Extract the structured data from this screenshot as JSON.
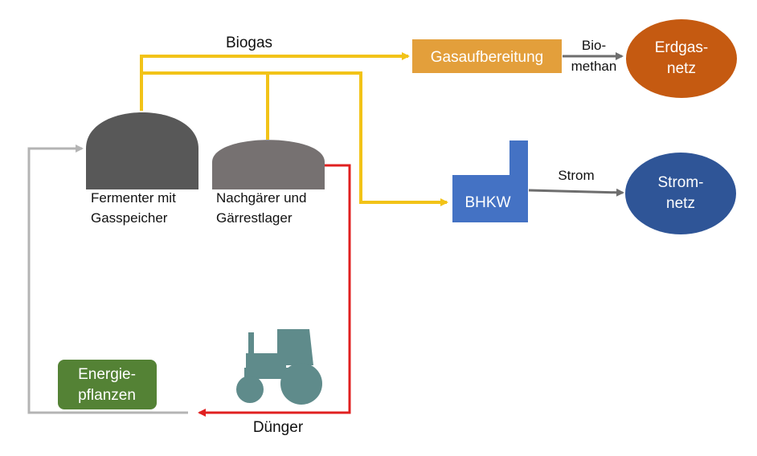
{
  "labels": {
    "biogas": "Biogas",
    "biomethan_line1": "Bio-",
    "biomethan_line2": "methan",
    "strom": "Strom",
    "duenger": "Dünger",
    "fermenter_line1": "Fermenter mit",
    "fermenter_line2": "Gasspeicher",
    "nachgaerer_line1": "Nachgärer und",
    "nachgaerer_line2": "Gärrestlager"
  },
  "nodes": {
    "gasaufbereitung": "Gasaufbereitung",
    "erdgasnetz_line1": "Erdgas-",
    "erdgasnetz_line2": "netz",
    "bhkw": "BHKW",
    "stromnetz_line1": "Strom-",
    "stromnetz_line2": "netz",
    "energiepflanzen_line1": "Energie-",
    "energiepflanzen_line2": "pflanzen"
  },
  "colors": {
    "biogas_flow": "#f2c318",
    "duenger_flow": "#e02020",
    "cycle_flow": "#b4b4b4",
    "output_flow": "#6e6e6e",
    "fermenter": "#585858",
    "nachgaerer": "#767171",
    "gasaufbereitung": "#e39f3b",
    "erdgasnetz": "#c55a11",
    "bhkw": "#4472c4",
    "stromnetz": "#2f5597",
    "energiepflanzen": "#548235",
    "tractor": "#5f8b8b"
  }
}
